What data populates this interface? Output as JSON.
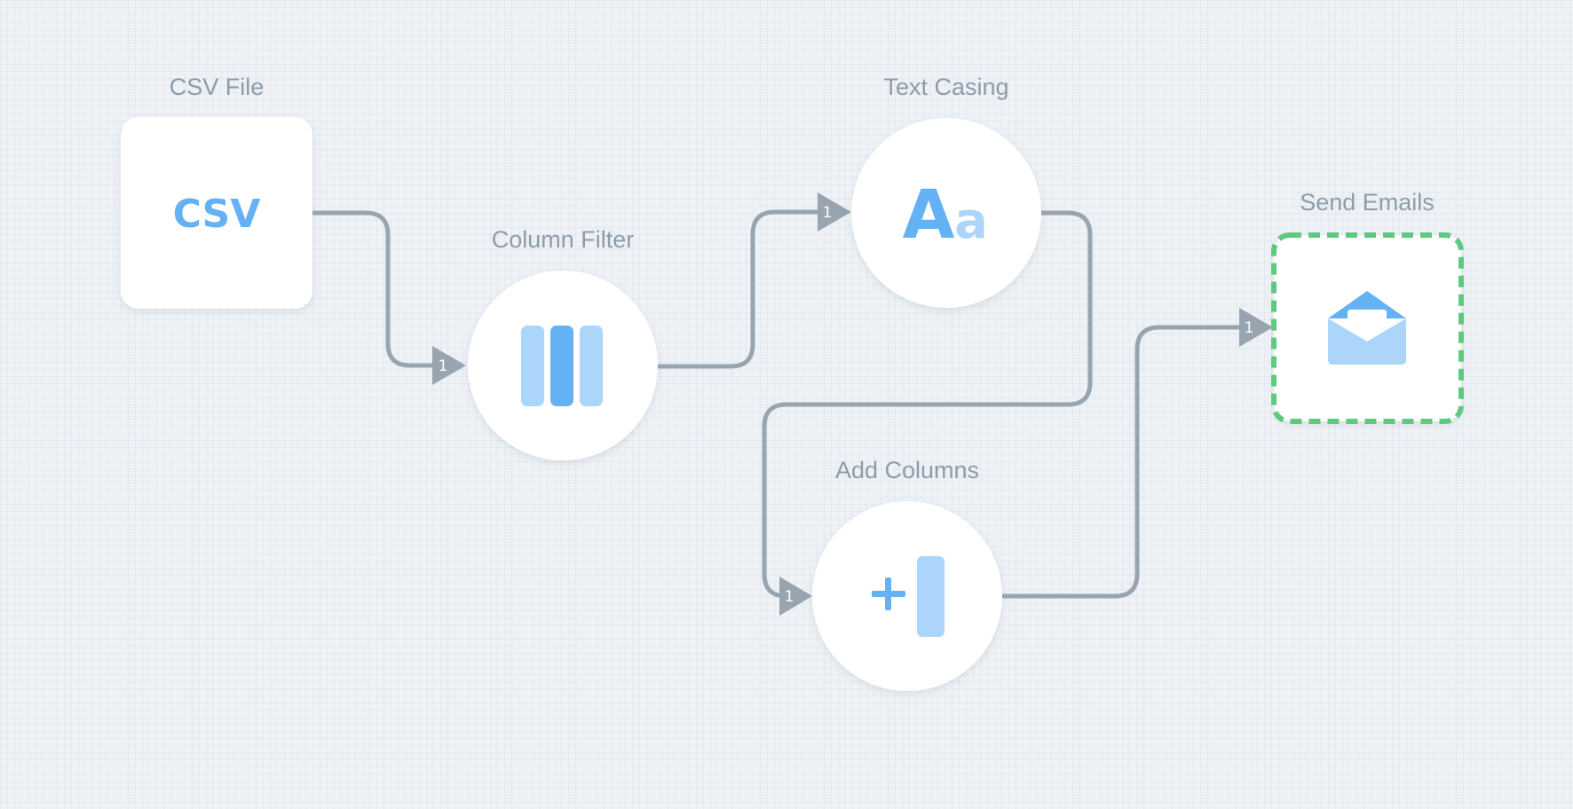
{
  "workflow": {
    "nodes": [
      {
        "id": "csv-file",
        "label": "CSV File",
        "icon": "csv-icon",
        "icon_text": "CSV",
        "shape": "rounded-square"
      },
      {
        "id": "column-filter",
        "label": "Column Filter",
        "icon": "columns-icon",
        "shape": "circle"
      },
      {
        "id": "text-casing",
        "label": "Text Casing",
        "icon": "text-case-icon",
        "icon_text_upper": "A",
        "icon_text_lower": "a",
        "shape": "circle"
      },
      {
        "id": "add-columns",
        "label": "Add Columns",
        "icon": "add-column-icon",
        "shape": "circle"
      },
      {
        "id": "send-emails",
        "label": "Send Emails",
        "icon": "envelope-icon",
        "shape": "rounded-square",
        "selected": true
      }
    ],
    "edges": [
      {
        "from": "csv-file",
        "to": "column-filter",
        "port": "1"
      },
      {
        "from": "column-filter",
        "to": "text-casing",
        "port": "1"
      },
      {
        "from": "text-casing",
        "to": "add-columns",
        "port": "1"
      },
      {
        "from": "add-columns",
        "to": "send-emails",
        "port": "1"
      }
    ]
  },
  "colors": {
    "background": "#eef2f6",
    "edge": "#98a5b1",
    "label": "#8e9dab",
    "icon_primary": "#64b1f4",
    "icon_light": "#acd6f9",
    "selected_border": "#5ec982"
  }
}
